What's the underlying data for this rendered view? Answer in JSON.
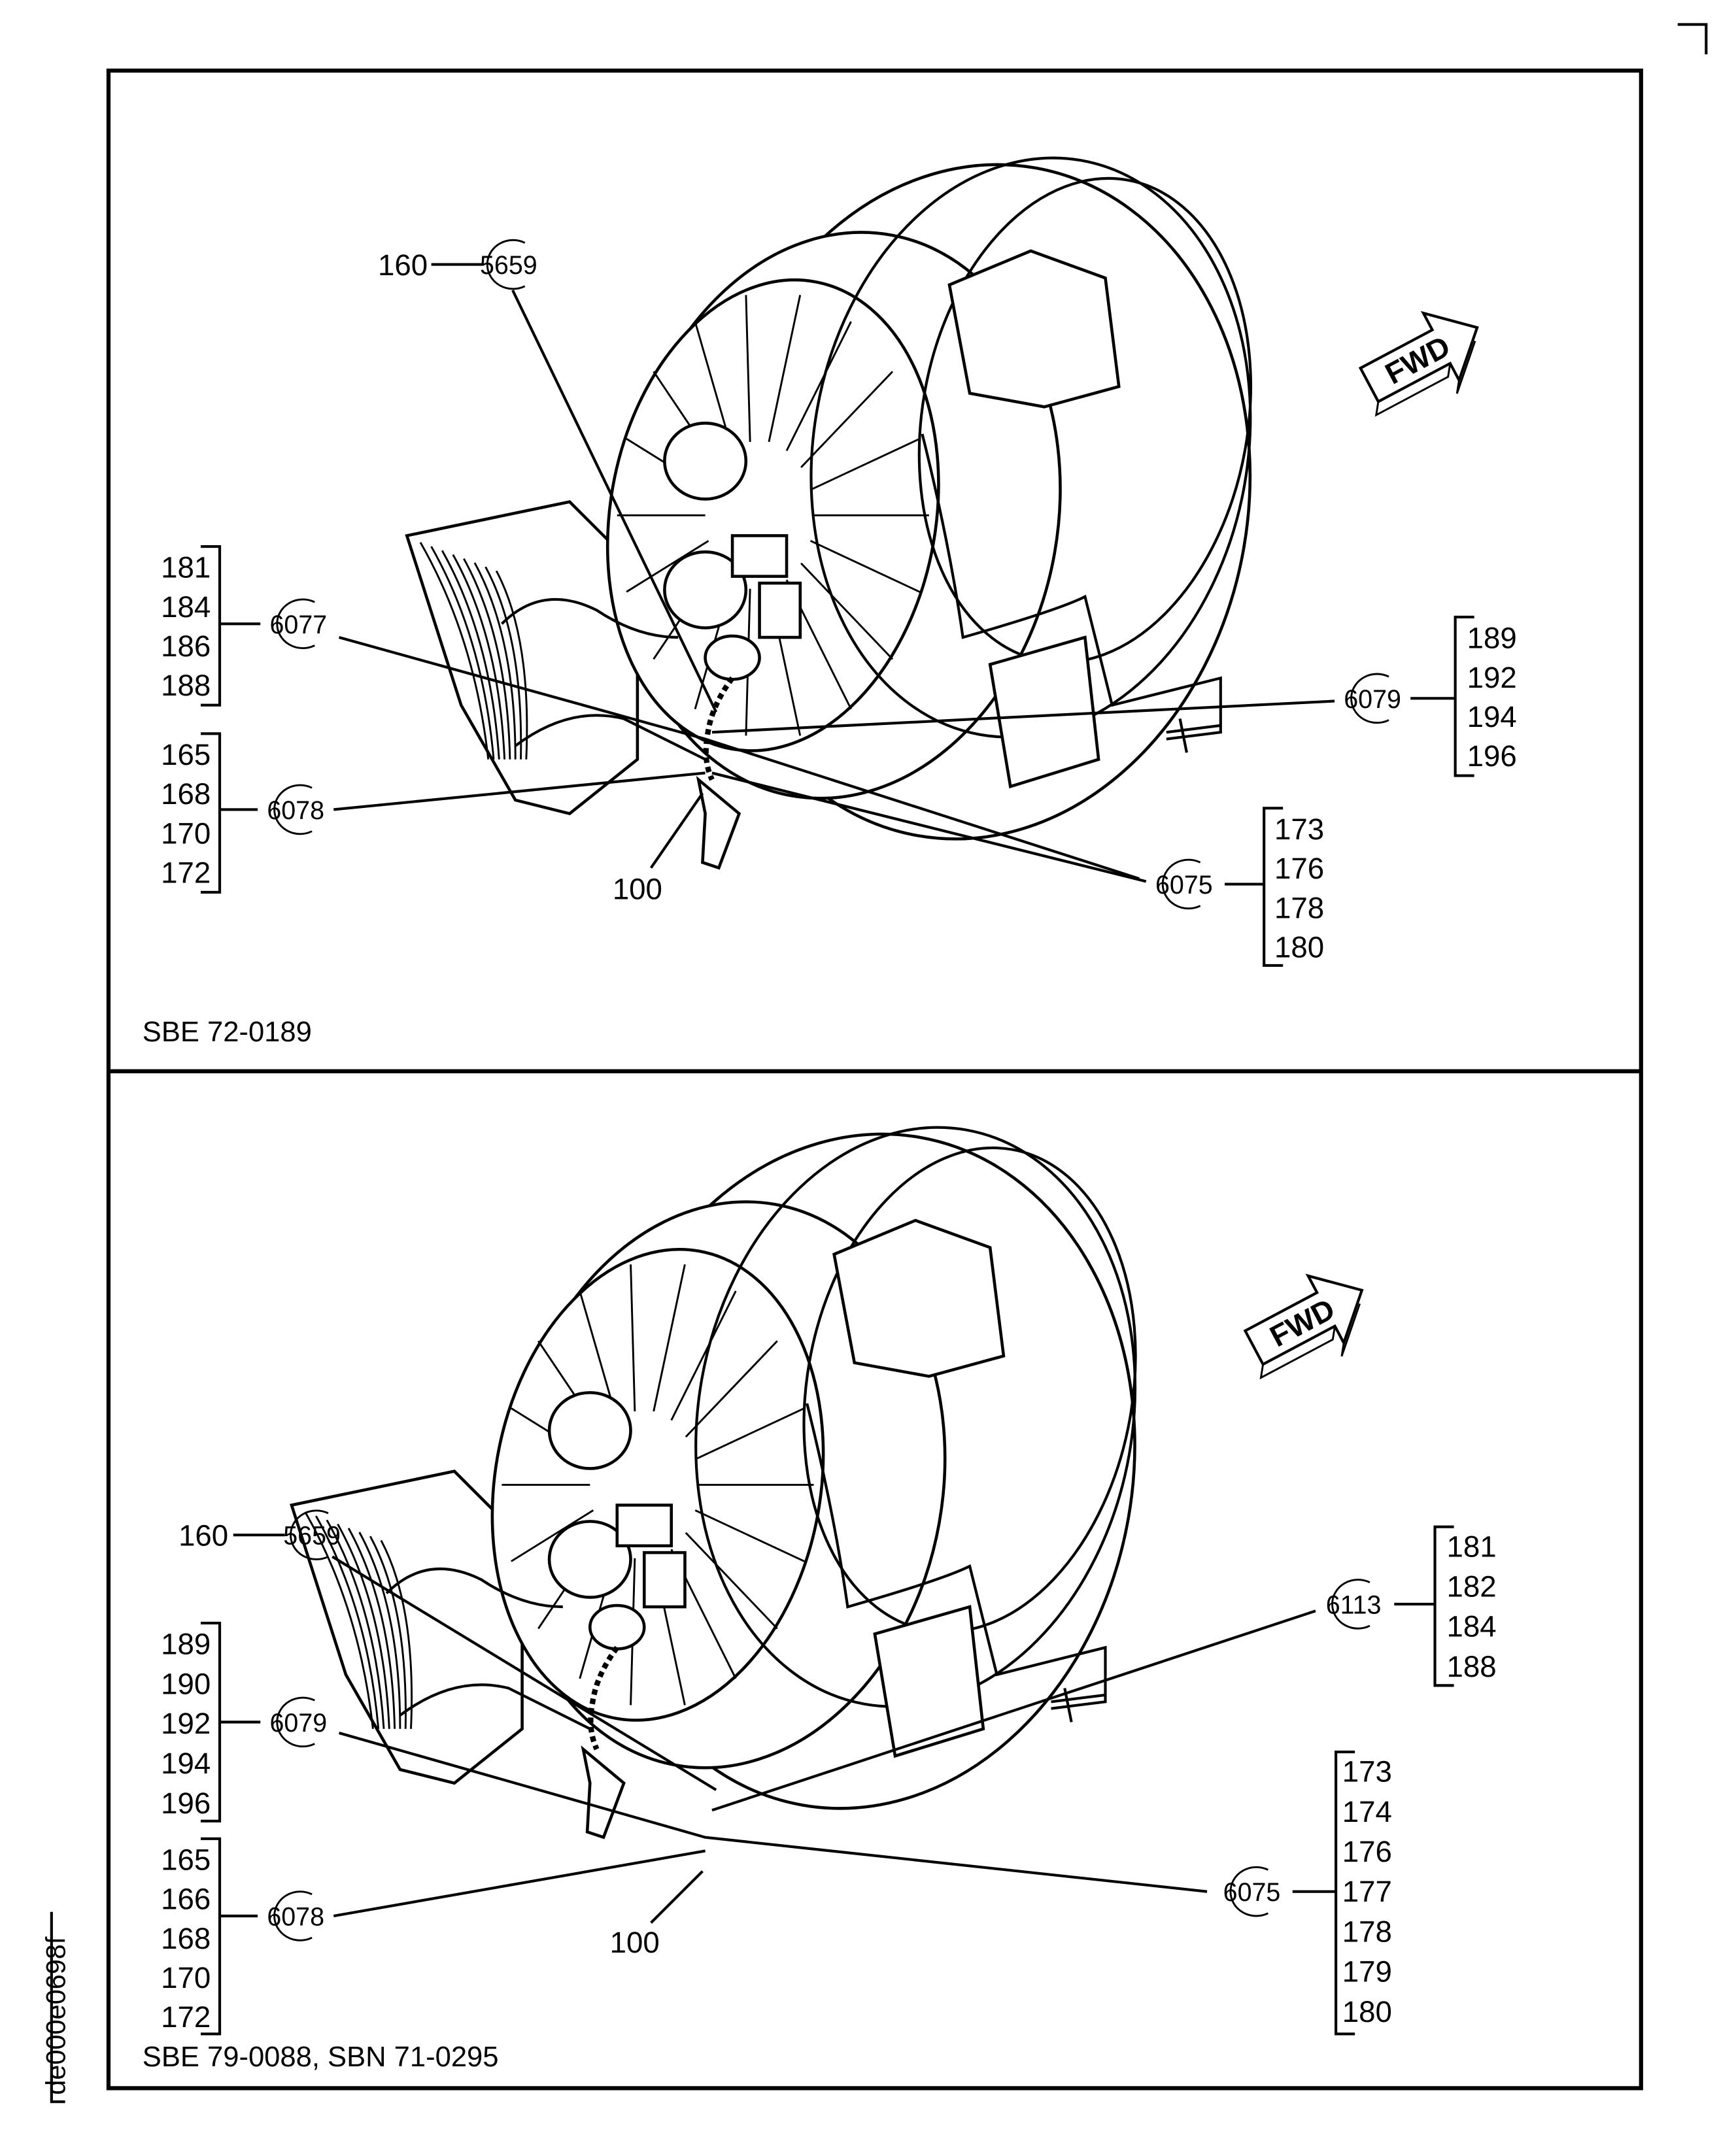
{
  "document_id": "de000e0698f",
  "panels": [
    {
      "caption": "SBE 72-0189",
      "direction_label": "FWD",
      "item_100": "100",
      "callouts": {
        "c5659": {
          "id": "5659",
          "prefix": "160"
        },
        "c6077": {
          "id": "6077",
          "items": [
            "181",
            "184",
            "186",
            "188"
          ]
        },
        "c6078": {
          "id": "6078",
          "items": [
            "165",
            "168",
            "170",
            "172"
          ]
        },
        "c6079": {
          "id": "6079",
          "items": [
            "189",
            "192",
            "194",
            "196"
          ]
        },
        "c6075": {
          "id": "6075",
          "items": [
            "173",
            "176",
            "178",
            "180"
          ]
        }
      }
    },
    {
      "caption": "SBE 79-0088, SBN 71-0295",
      "direction_label": "FWD",
      "item_100": "100",
      "callouts": {
        "c5659": {
          "id": "5659",
          "prefix": "160"
        },
        "c6079": {
          "id": "6079",
          "items": [
            "189",
            "190",
            "192",
            "194",
            "196"
          ]
        },
        "c6078": {
          "id": "6078",
          "items": [
            "165",
            "166",
            "168",
            "170",
            "172"
          ]
        },
        "c6113": {
          "id": "6113",
          "items": [
            "181",
            "182",
            "184",
            "188"
          ]
        },
        "c6075": {
          "id": "6075",
          "items": [
            "173",
            "174",
            "176",
            "177",
            "178",
            "179",
            "180"
          ]
        }
      }
    }
  ]
}
